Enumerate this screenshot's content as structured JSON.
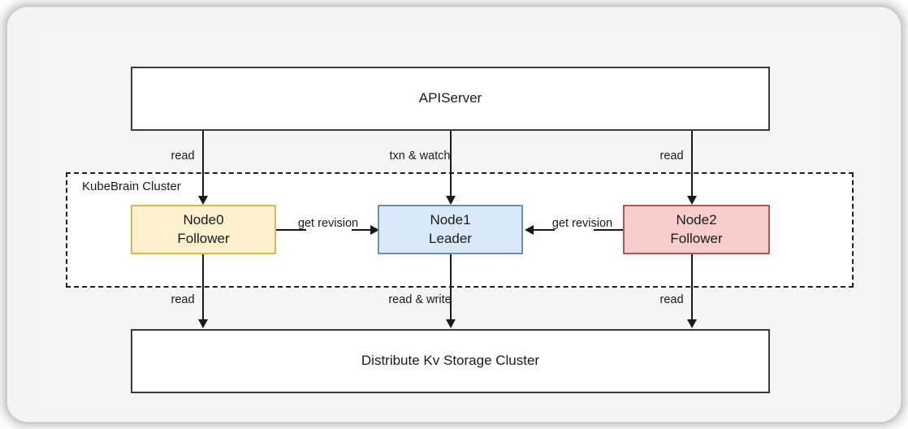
{
  "diagram": {
    "title_nodes": {
      "apiserver": "APIServer",
      "storage": "Distribute Kv Storage Cluster"
    },
    "cluster": {
      "label": "KubeBrain Cluster"
    },
    "nodes": [
      {
        "id": "node0",
        "name": "Node0",
        "role": "Follower",
        "fill": "#fdf2cd",
        "stroke": "#d6b656"
      },
      {
        "id": "node1",
        "name": "Node1",
        "role": "Leader",
        "fill": "#dae8fc",
        "stroke": "#6c8ebf"
      },
      {
        "id": "node2",
        "name": "Node2",
        "role": "Follower",
        "fill": "#f8cecc",
        "stroke": "#b85450"
      }
    ],
    "edges": {
      "api_to_node0": "read",
      "api_to_node1": "txn & watch",
      "api_to_node2": "read",
      "node0_to_node1_line1": "get",
      "node0_to_node1_line2": "revision",
      "node2_to_node1_line1": "get",
      "node2_to_node1_line2": "revision",
      "node0_to_storage": "read",
      "node1_to_storage": "read & write",
      "node2_to_storage": "read"
    }
  }
}
